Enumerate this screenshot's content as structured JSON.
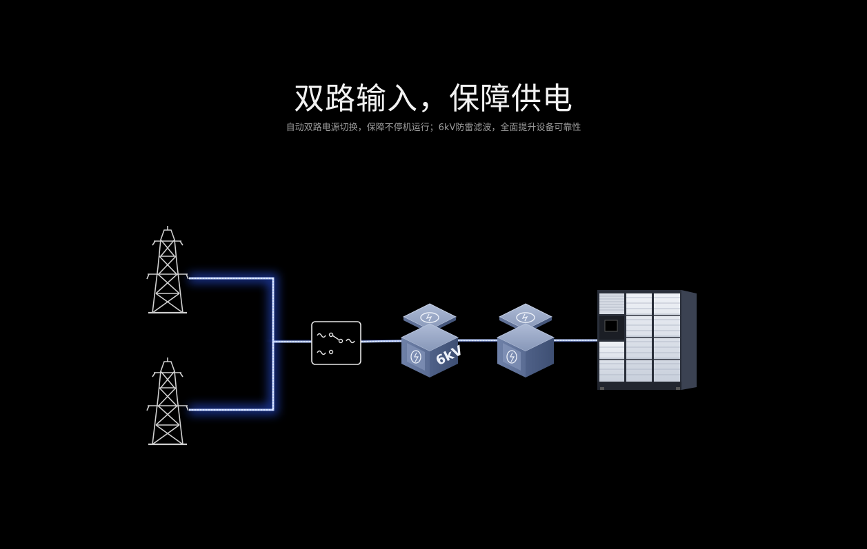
{
  "header": {
    "title": "双路输入，保障供电",
    "subtitle": "自动双路电源切换，保障不停机运行；6kV防雷滤波，全面提升设备可靠性"
  },
  "diagram": {
    "surge_module_label": "6kV",
    "accent_color": "#5b8cff"
  }
}
